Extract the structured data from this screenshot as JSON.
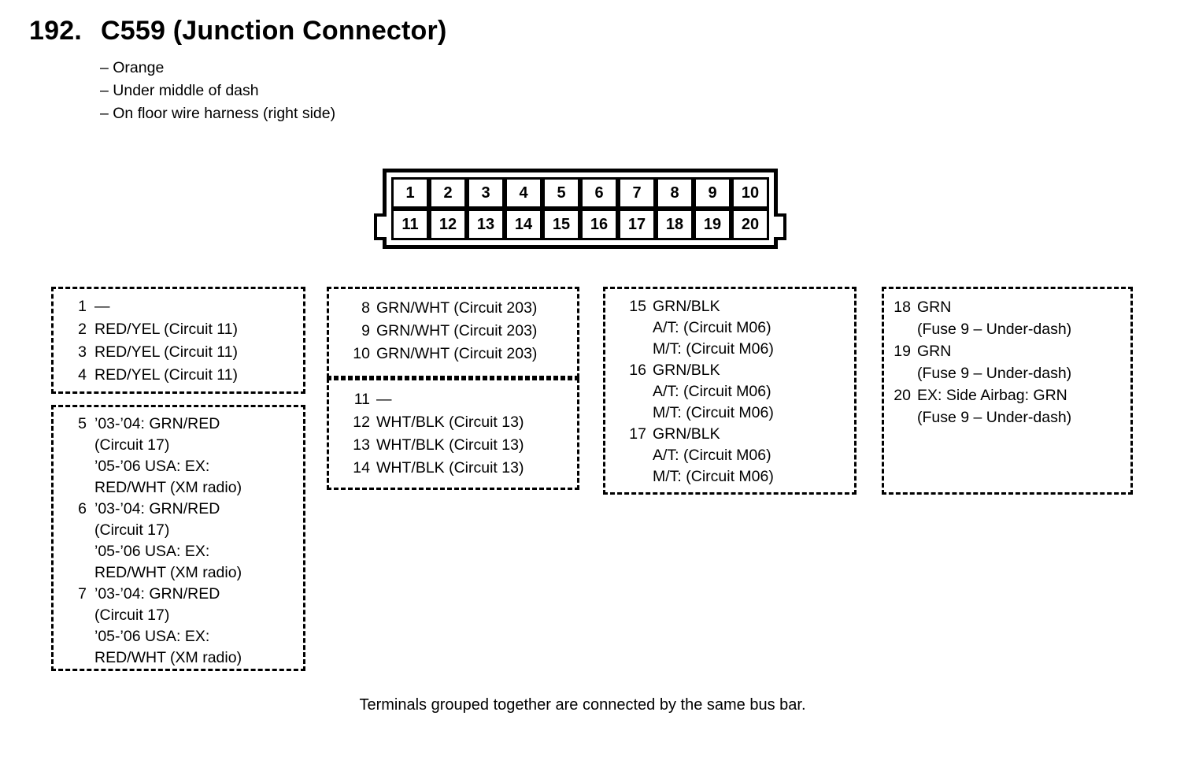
{
  "page": {
    "heading_number": "192.",
    "heading_title": "C559 (Junction Connector)",
    "bullets": [
      "– Orange",
      "– Under middle of dash",
      "– On floor wire harness (right side)"
    ],
    "footnote": "Terminals grouped together are connected by the same bus bar."
  },
  "colors": {
    "ink": "#000000",
    "paper": "#ffffff"
  },
  "connector": {
    "top_row": [
      "1",
      "2",
      "3",
      "4",
      "5",
      "6",
      "7",
      "8",
      "9",
      "10"
    ],
    "bottom_row": [
      "11",
      "12",
      "13",
      "14",
      "15",
      "16",
      "17",
      "18",
      "19",
      "20"
    ]
  },
  "groups": [
    {
      "entries": [
        {
          "pin": "1",
          "lines": [
            "—"
          ]
        },
        {
          "pin": "2",
          "lines": [
            "RED/YEL (Circuit 11)"
          ]
        },
        {
          "pin": "3",
          "lines": [
            "RED/YEL (Circuit 11)"
          ]
        },
        {
          "pin": "4",
          "lines": [
            "RED/YEL (Circuit 11)"
          ]
        }
      ]
    },
    {
      "entries": [
        {
          "pin": "5",
          "lines": [
            "’03-’04: GRN/RED",
            "(Circuit 17)",
            "’05-’06 USA: EX:",
            "RED/WHT (XM radio)"
          ]
        },
        {
          "pin": "6",
          "lines": [
            "’03-’04: GRN/RED",
            "(Circuit 17)",
            "’05-’06 USA: EX:",
            "RED/WHT (XM radio)"
          ]
        },
        {
          "pin": "7",
          "lines": [
            "’03-’04: GRN/RED",
            "(Circuit 17)",
            "’05-’06 USA: EX:",
            "RED/WHT (XM radio)"
          ]
        }
      ]
    },
    {
      "entries": [
        {
          "pin": "8",
          "lines": [
            "GRN/WHT (Circuit 203)"
          ]
        },
        {
          "pin": "9",
          "lines": [
            "GRN/WHT (Circuit 203)"
          ]
        },
        {
          "pin": "10",
          "lines": [
            "GRN/WHT (Circuit 203)"
          ]
        }
      ]
    },
    {
      "entries": [
        {
          "pin": "11",
          "lines": [
            "—"
          ]
        },
        {
          "pin": "12",
          "lines": [
            "WHT/BLK (Circuit 13)"
          ]
        },
        {
          "pin": "13",
          "lines": [
            "WHT/BLK (Circuit 13)"
          ]
        },
        {
          "pin": "14",
          "lines": [
            "WHT/BLK (Circuit 13)"
          ]
        }
      ]
    },
    {
      "entries": [
        {
          "pin": "15",
          "lines": [
            "GRN/BLK",
            "A/T: (Circuit M06)",
            "M/T: (Circuit M06)"
          ]
        },
        {
          "pin": "16",
          "lines": [
            "GRN/BLK",
            "A/T: (Circuit M06)",
            "M/T: (Circuit M06)"
          ]
        },
        {
          "pin": "17",
          "lines": [
            "GRN/BLK",
            "A/T: (Circuit M06)",
            "M/T: (Circuit M06)"
          ]
        }
      ]
    },
    {
      "entries": [
        {
          "pin": "18",
          "lines": [
            "GRN",
            "(Fuse 9 – Under-dash)"
          ]
        },
        {
          "pin": "19",
          "lines": [
            "GRN",
            "(Fuse 9 – Under-dash)"
          ]
        },
        {
          "pin": "20",
          "lines": [
            "EX: Side Airbag: GRN",
            "(Fuse 9 – Under-dash)"
          ]
        }
      ]
    }
  ]
}
